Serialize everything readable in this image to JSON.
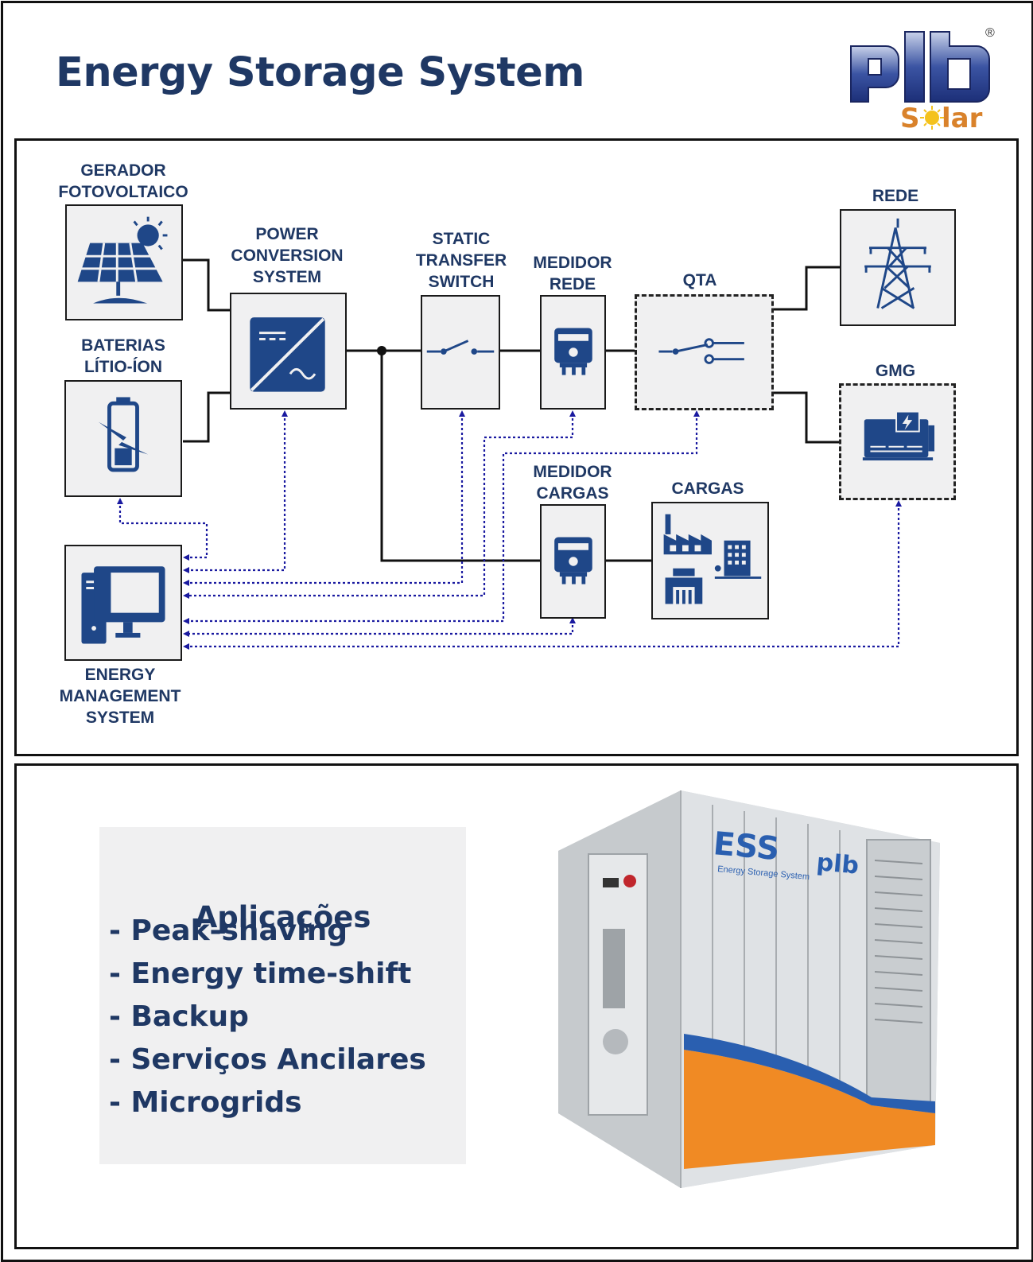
{
  "title": "Energy Storage System",
  "logo": {
    "brand": "plb",
    "sub": "Solar",
    "registered": "®"
  },
  "diagram": {
    "pv_generator": "GERADOR\nFOTOVOLTAICO",
    "batteries": "BATERIAS\nLÍTIO-ÍON",
    "pcs": "POWER\nCONVERSION\nSYSTEM",
    "sts": "STATIC\nTRANSFER\nSWITCH",
    "grid_meter": "MEDIDOR\nREDE",
    "qta": "QTA",
    "grid": "REDE",
    "genset": "GMG",
    "load_meter": "MEDIDOR\nCARGAS",
    "loads": "CARGAS",
    "ems": "ENERGY\nMANAGEMENT\nSYSTEM"
  },
  "applications": {
    "title": "Aplicações",
    "items": [
      "- Peak-shaving",
      "- Energy time-shift",
      "- Backup",
      "- Serviços Ancilares",
      "- Microgrids"
    ]
  },
  "container": {
    "big_text": "ESS",
    "small_text": "Energy Storage System",
    "brand": "plb"
  },
  "colors": {
    "navy": "#1f3864",
    "icon_blue": "#1f4788",
    "orange": "#f08a24",
    "signal": "#1a1aa0"
  },
  "icons": [
    "solar-panel-icon",
    "battery-icon",
    "inverter-icon",
    "switch-icon",
    "meter-icon",
    "transfer-switch-icon",
    "transmission-tower-icon",
    "generator-icon",
    "factory-icon",
    "computer-icon"
  ]
}
